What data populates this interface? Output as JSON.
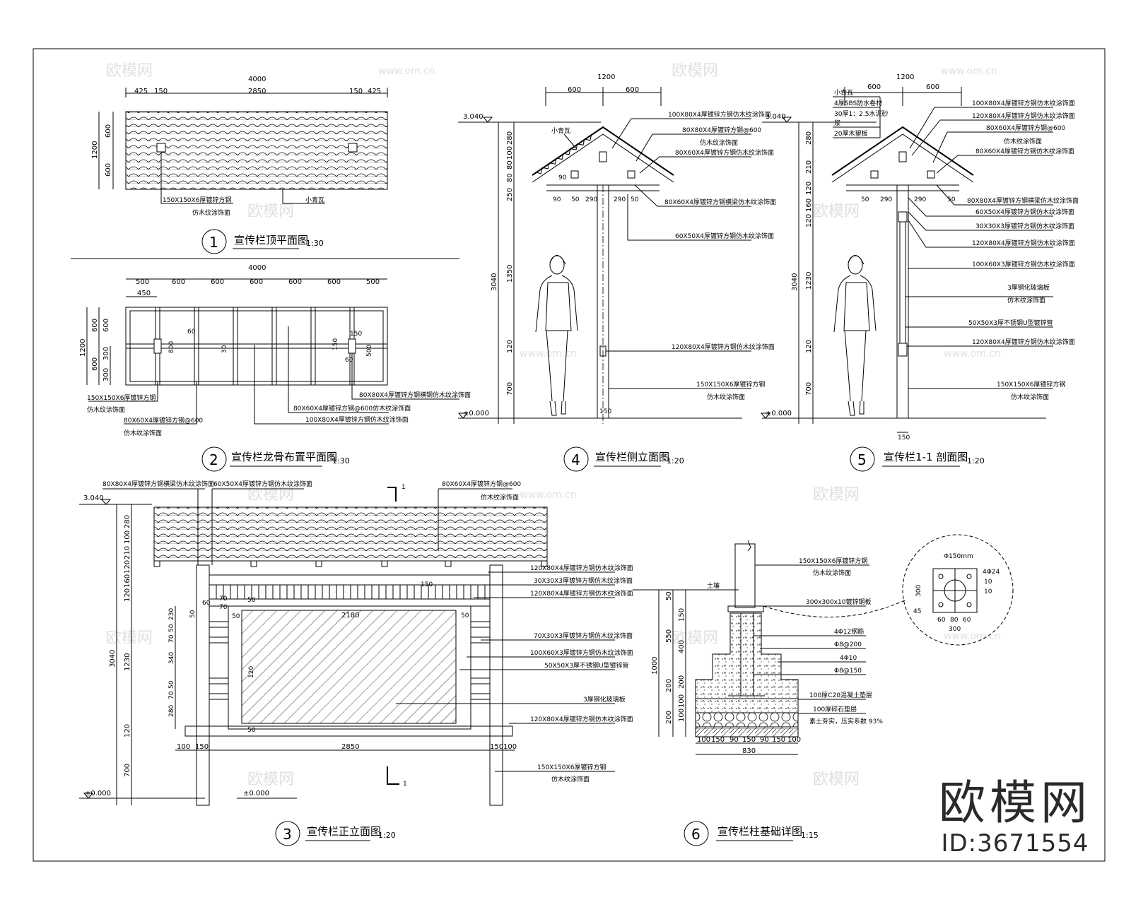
{
  "drawings": {
    "d1": {
      "num": "1",
      "title": "宣传栏顶平面图",
      "scale": "1:30",
      "dims_top": [
        "4000",
        "425",
        "150",
        "2850",
        "150",
        "425"
      ],
      "dims_left": [
        "1200",
        "600",
        "600"
      ],
      "notes": [
        "150X150X6厚镀锌方钢",
        "仿木纹涂饰面",
        "小青瓦"
      ]
    },
    "d2": {
      "num": "2",
      "title": "宣传栏龙骨布置平面图",
      "scale": "1:30",
      "dims_top": [
        "4000",
        "500",
        "600",
        "600",
        "600",
        "600",
        "600",
        "500",
        "450"
      ],
      "dims_left": [
        "1200",
        "600",
        "600",
        "600",
        "300",
        "300"
      ],
      "inner_dims": [
        "60",
        "800",
        "30",
        "60",
        "150",
        "500",
        "150"
      ],
      "notes": [
        "150X150X6厚镀锌方钢",
        "仿木纹涂饰面",
        "80X60X4厚镀锌方钢@600",
        "仿木纹涂饰面",
        "80X60X4厚镀锌方钢@600仿木纹涂饰面",
        "100X80X4厚镀锌方钢仿木纹涂饰面",
        "80X80X4厚镀锌方钢横钢仿木纹涂饰面"
      ]
    },
    "d3": {
      "num": "3",
      "title": "宣传栏正立面图",
      "scale": "1:20",
      "top_notes": [
        "80X80X4厚镀锌方钢横梁仿木纹涂饰面",
        "60X50X4厚镀锌方钢仿木纹涂饰面",
        "80X60X4厚镀锌方钢@600",
        "仿木纹涂饰面"
      ],
      "elev_top": "3.040",
      "elev_bottom": "±0.000",
      "elev_bottom2": "±0.000",
      "section_mark": "1",
      "dims_left": [
        "3040",
        "280",
        "100",
        "210",
        "120",
        "160",
        "120",
        "1230",
        "120",
        "700"
      ],
      "dims_inner": [
        "230",
        "50",
        "70",
        "340",
        "50",
        "70",
        "280",
        "50",
        "120",
        "60",
        "70",
        "70",
        "50",
        "2180",
        "50",
        "50",
        "150"
      ],
      "dims_bottom": [
        "100",
        "150",
        "2850",
        "150",
        "100"
      ],
      "notes": [
        "120X80X4厚镀锌方钢仿木纹涂饰面",
        "30X30X3厚镀锌方钢仿木纹涂饰面",
        "120X80X4厚镀锌方钢仿木纹涂饰面",
        "70X30X3厚镀锌方钢仿木纹涂饰面",
        "100X60X3厚镀锌方钢仿木纹涂饰面",
        "50X50X3厚不锈钢U型镀锌管",
        "3厚钢化玻璃板",
        "120X80X4厚镀锌方钢仿木纹涂饰面",
        "150X150X6厚镀锌方钢",
        "仿木纹涂饰面"
      ]
    },
    "d4": {
      "num": "4",
      "title": "宣传栏侧立面图",
      "scale": "1:20",
      "dims_top": [
        "1200",
        "600",
        "600"
      ],
      "elev_top": "3.040",
      "elev_bottom": "±0.000",
      "dims_left": [
        "3040",
        "280",
        "100",
        "80",
        "80",
        "250",
        "1350",
        "120",
        "700"
      ],
      "dims_roof": [
        "90",
        "90",
        "50",
        "290",
        "290",
        "50"
      ],
      "dim_post": "150",
      "tag": "小青瓦",
      "notes": [
        "100X80X4厚镀锌方钢仿木纹涂饰面",
        "80X80X4厚镀锌方钢@600",
        "仿木纹涂饰面",
        "80X60X4厚镀锌方钢仿木纹涂饰面",
        "80X60X4厚镀锌方钢横梁仿木纹涂饰面",
        "60X50X4厚镀锌方钢仿木纹涂饰面",
        "120X80X4厚镀锌方钢仿木纹涂饰面",
        "150X150X6厚镀锌方钢",
        "仿木纹涂饰面"
      ]
    },
    "d5": {
      "num": "5",
      "title": "宣传栏1-1 剖面图",
      "scale": "1:20",
      "dims_top": [
        "1200",
        "600",
        "600"
      ],
      "elev_top": "3.040",
      "elev_bottom": "±0.000",
      "dims_left": [
        "3040",
        "280",
        "210",
        "120",
        "160",
        "120",
        "1230",
        "120",
        "700"
      ],
      "dims_roof": [
        "50",
        "290",
        "290",
        "50"
      ],
      "dim_post": "150",
      "stack": [
        "小青瓦",
        "4厚SBS防水卷材",
        "30厚1：2.5水泥砂",
        "浆",
        "20厚木望板"
      ],
      "notes": [
        "100X80X4厚镀锌方钢仿木纹涂饰面",
        "120X80X4厚镀锌方钢仿木纹涂饰面",
        "80X60X4厚镀锌方钢@600",
        "仿木纹涂饰面",
        "80X60X4厚镀锌方钢仿木纹涂饰面",
        "80X80X4厚镀锌方钢横梁仿木纹涂饰面",
        "60X50X4厚镀锌方钢仿木纹涂饰面",
        "30X30X3厚镀锌方钢仿木纹涂饰面",
        "120X80X4厚镀锌方钢仿木纹涂饰面",
        "100X60X3厚镀锌方钢仿木纹涂饰面",
        "3厚钢化玻璃板",
        "仿木纹涂饰面",
        "50X50X3厚不锈钢U型镀锌管",
        "120X80X4厚镀锌方钢仿木纹涂饰面",
        "150X150X6厚镀锌方钢",
        "仿木纹涂饰面"
      ]
    },
    "d6": {
      "num": "6",
      "title": "宣传栏柱基础详图",
      "scale": "1:15",
      "ground": "土壤",
      "dims_left": [
        "1000",
        "50",
        "550",
        "150",
        "400",
        "200",
        "200",
        "100",
        "100",
        "200"
      ],
      "dims_bottom": [
        "100",
        "150",
        "90",
        "150",
        "90",
        "150",
        "100",
        "830"
      ],
      "notes": [
        "150X150X6厚镀锌方钢",
        "仿木纹涂饰面",
        "300x300x10镀锌钢板",
        "4Φ12钢筋",
        "Φ8@200",
        "4Φ10",
        "Φ8@150",
        "100厚C20混凝土垫层",
        "100厚碎石垫层",
        "素土夯实，压实系数 93%"
      ],
      "plate": {
        "hole": "Φ150mm",
        "d1": "4Φ24",
        "d2": "10",
        "d3": "10",
        "w": "300",
        "h": "300",
        "sub": [
          "60",
          "80",
          "60",
          "300"
        ],
        "angle": "45"
      }
    }
  },
  "watermark": {
    "cn": "欧模网",
    "url": "www.om.cn"
  },
  "brand": {
    "name": "欧模网",
    "id": "ID:3671554"
  }
}
